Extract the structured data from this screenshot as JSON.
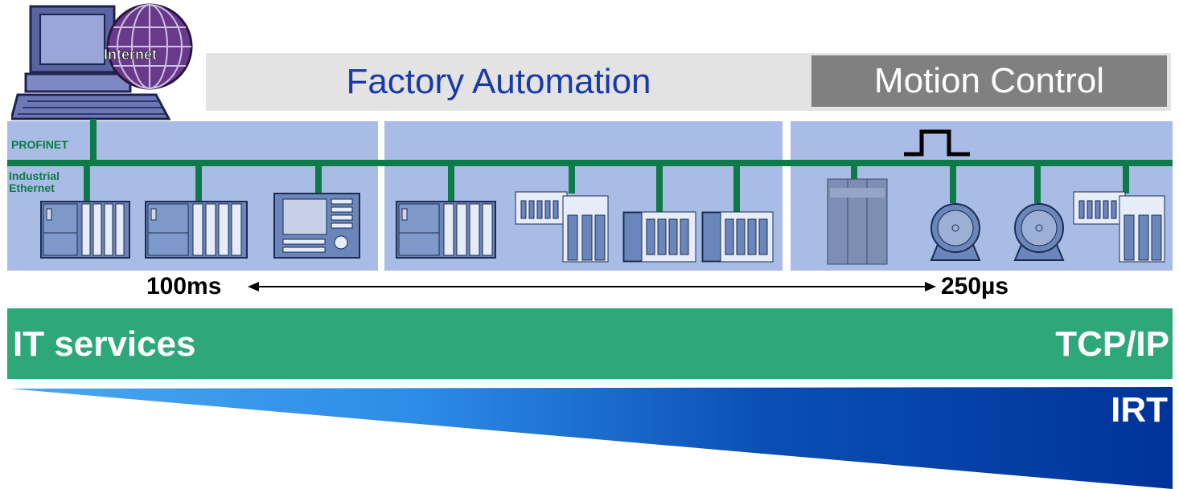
{
  "header": {
    "internet_label": "Internet",
    "factory_automation": "Factory Automation",
    "motion_control": "Motion Control"
  },
  "network": {
    "profinet": "PROFINET",
    "industrial_ethernet_line1": "Industrial",
    "industrial_ethernet_line2": "Ethernet"
  },
  "timing": {
    "slow": "100ms",
    "fast": "250µs"
  },
  "bands": {
    "it_services": "IT services",
    "tcp_ip": "TCP/IP",
    "irt": "IRT"
  },
  "colors": {
    "bus_green": "#0e7a47",
    "panel_blue": "#a8bce6",
    "band_green": "#2fa879",
    "irt_blue": "#003399",
    "title_blue": "#1a3aa8",
    "motion_grey": "#808080"
  },
  "icons": [
    "computer-icon",
    "globe-icon",
    "plc-icon",
    "hmi-panel-icon",
    "io-module-icon",
    "drive-icon",
    "motor-icon",
    "pulse-icon"
  ]
}
